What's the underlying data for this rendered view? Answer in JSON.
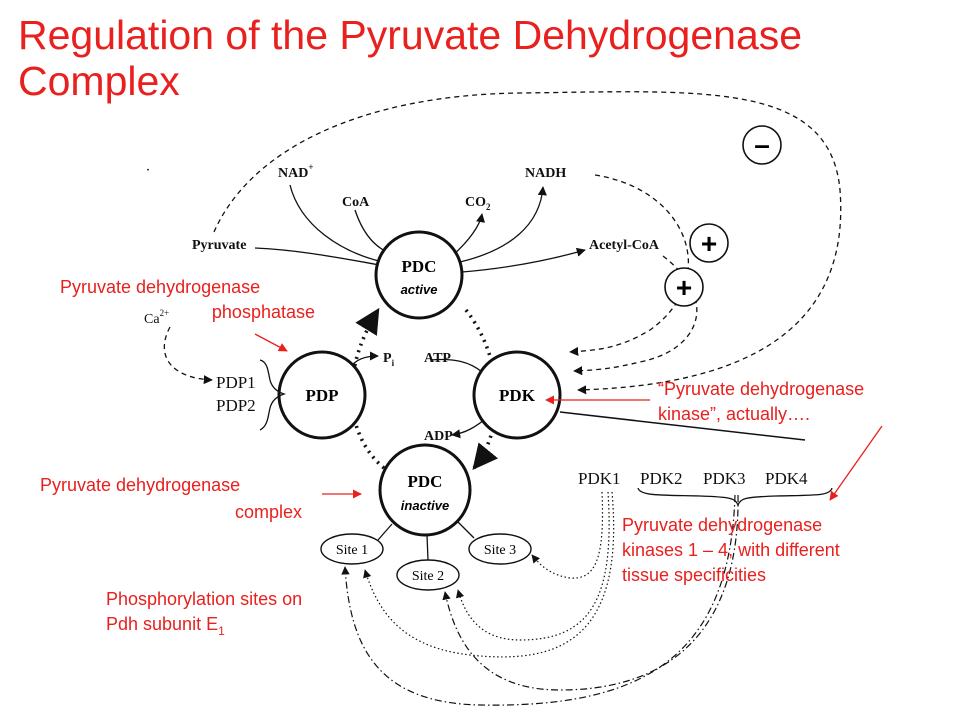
{
  "title": {
    "line1": "Regulation of the Pyruvate Dehydrogenase",
    "line2": "Complex"
  },
  "diagram": {
    "stray_mark": "˙",
    "substrates": {
      "nad": "NAD",
      "nad_sup": "+",
      "coa": "CoA",
      "co2": "CO",
      "co2_sub": "2",
      "nadh": "NADH",
      "pyruvate": "Pyruvate",
      "acetyl_coa": "Acetyl-CoA"
    },
    "nodes": {
      "pdc_active_label": "PDC",
      "pdc_active_state": "active",
      "pdc_inactive_label": "PDC",
      "pdc_inactive_state": "inactive",
      "pdp": "PDP",
      "pdk": "PDK"
    },
    "cofactors": {
      "pi": "P",
      "pi_sub": "i",
      "atp": "ATP",
      "adp": "ADP",
      "ca": "Ca",
      "ca_sup": "2+"
    },
    "isoforms": {
      "pdp1": "PDP1",
      "pdp2": "PDP2",
      "pdk1": "PDK1",
      "pdk2": "PDK2",
      "pdk3": "PDK3",
      "pdk4": "PDK4"
    },
    "sites": [
      "Site 1",
      "Site 2",
      "Site 3"
    ],
    "regulators": {
      "minus": "–",
      "plus_top": "+",
      "plus_bottom": "+"
    }
  },
  "annotations": {
    "phosphatase_line1": "Pyruvate dehydrogenase",
    "phosphatase_line2": "phosphatase",
    "kinase_line1": "“Pyruvate dehydrogenase",
    "kinase_line2": "kinase”, actually….",
    "complex_line1": "Pyruvate dehydrogenase",
    "complex_line2": "complex",
    "kinases_line1": "Pyruvate dehydrogenase",
    "kinases_line2": "kinases 1 – 4, with different",
    "kinases_line3": "tissue specificities",
    "sites_line1": "Phosphorylation sites on",
    "sites_line2": "Pdh subunit E",
    "sites_line2_sub": "1"
  },
  "colors": {
    "annotation": "#e8201e",
    "diagram": "#111111",
    "background": "#ffffff"
  }
}
